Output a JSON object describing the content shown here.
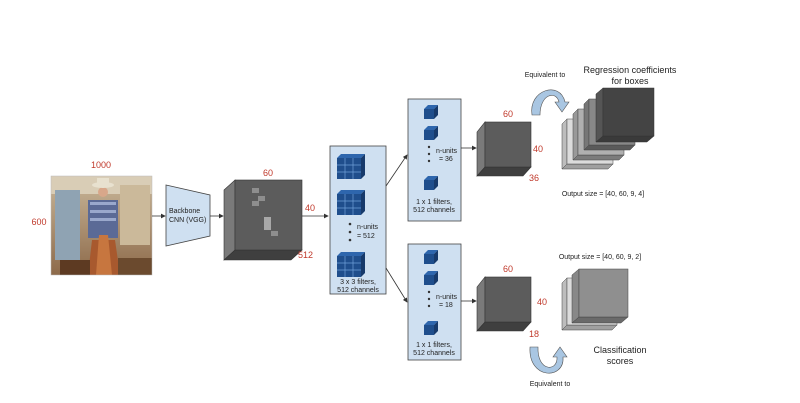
{
  "input_image": {
    "alt": "Photo of a cowboy riding a horse",
    "width_label": "1000",
    "height_label": "600"
  },
  "backbone": {
    "line1": "Backbone",
    "line2": "CNN (VGG)"
  },
  "feature_map": {
    "width_label": "60",
    "height_label": "40",
    "depth_label": "512"
  },
  "conv3x3": {
    "units_line1": "n-units",
    "units_line2": "= 512",
    "caption_line1": "3 x 3 filters,",
    "caption_line2": "512 channels"
  },
  "reg_branch": {
    "units_line1": "n-units",
    "units_line2": "= 36",
    "caption_line1": "1 x 1 filters,",
    "caption_line2": "512 channels",
    "width_label": "60",
    "height_label": "40",
    "depth_label": "36",
    "equivalent_label": "Equivalent to",
    "title_line1": "Regression coefficients",
    "title_line2": "for boxes",
    "output_size": "Output size = [40, 60, 9, 4]"
  },
  "cls_branch": {
    "units_line1": "n-units",
    "units_line2": "= 18",
    "caption_line1": "1 x 1 filters,",
    "caption_line2": "512 channels",
    "width_label": "60",
    "height_label": "40",
    "depth_label": "18",
    "equivalent_label": "Equivalent to",
    "title_line1": "Classification",
    "title_line2": "scores",
    "output_size": "Output size = [40, 60, 9, 2]"
  },
  "colors": {
    "dimension_text": "#c0392b",
    "panel_fill": "#cfe0f1",
    "filter_blue": "#1f4e8c",
    "cube_gray": "#5a5a5a"
  }
}
